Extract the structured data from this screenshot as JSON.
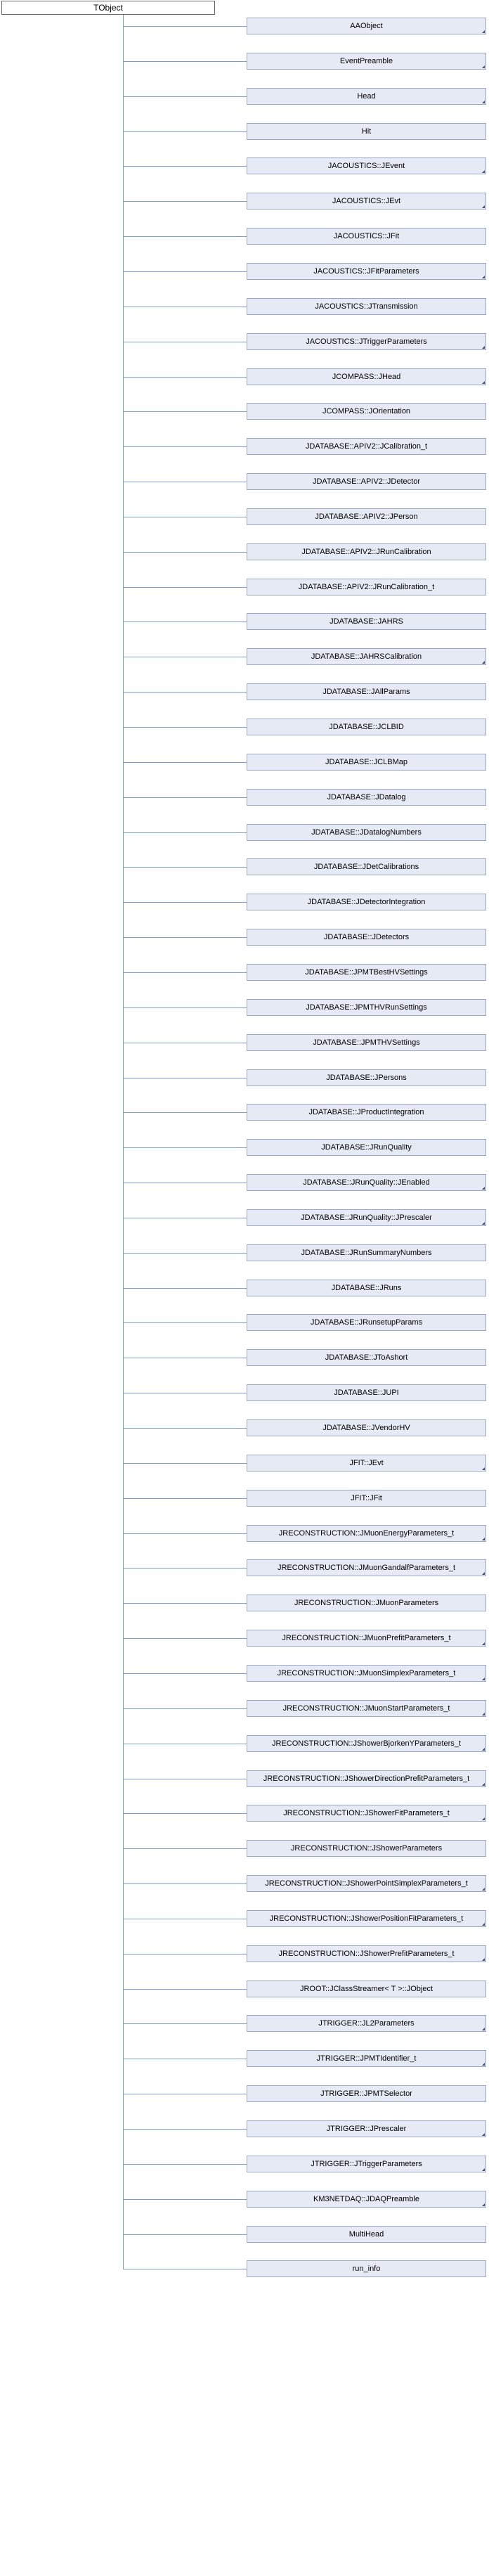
{
  "root": {
    "label": "TObject"
  },
  "children": [
    {
      "label": "AAObject",
      "marked": true
    },
    {
      "label": "EventPreamble",
      "marked": true
    },
    {
      "label": "Head",
      "marked": true
    },
    {
      "label": "Hit",
      "marked": false
    },
    {
      "label": "JACOUSTICS::JEvent",
      "marked": true
    },
    {
      "label": "JACOUSTICS::JEvt",
      "marked": true
    },
    {
      "label": "JACOUSTICS::JFit",
      "marked": false
    },
    {
      "label": "JACOUSTICS::JFitParameters",
      "marked": true
    },
    {
      "label": "JACOUSTICS::JTransmission",
      "marked": false
    },
    {
      "label": "JACOUSTICS::JTriggerParameters",
      "marked": true
    },
    {
      "label": "JCOMPASS::JHead",
      "marked": true
    },
    {
      "label": "JCOMPASS::JOrientation",
      "marked": false
    },
    {
      "label": "JDATABASE::APIV2::JCalibration_t",
      "marked": false
    },
    {
      "label": "JDATABASE::APIV2::JDetector",
      "marked": false
    },
    {
      "label": "JDATABASE::APIV2::JPerson",
      "marked": false
    },
    {
      "label": "JDATABASE::APIV2::JRunCalibration",
      "marked": false
    },
    {
      "label": "JDATABASE::APIV2::JRunCalibration_t",
      "marked": false
    },
    {
      "label": "JDATABASE::JAHRS",
      "marked": false
    },
    {
      "label": "JDATABASE::JAHRSCalibration",
      "marked": true
    },
    {
      "label": "JDATABASE::JAllParams",
      "marked": false
    },
    {
      "label": "JDATABASE::JCLBID",
      "marked": false
    },
    {
      "label": "JDATABASE::JCLBMap",
      "marked": false
    },
    {
      "label": "JDATABASE::JDatalog",
      "marked": false
    },
    {
      "label": "JDATABASE::JDatalogNumbers",
      "marked": false
    },
    {
      "label": "JDATABASE::JDetCalibrations",
      "marked": false
    },
    {
      "label": "JDATABASE::JDetectorIntegration",
      "marked": false
    },
    {
      "label": "JDATABASE::JDetectors",
      "marked": false
    },
    {
      "label": "JDATABASE::JPMTBestHVSettings",
      "marked": false
    },
    {
      "label": "JDATABASE::JPMTHVRunSettings",
      "marked": false
    },
    {
      "label": "JDATABASE::JPMTHVSettings",
      "marked": false
    },
    {
      "label": "JDATABASE::JPersons",
      "marked": false
    },
    {
      "label": "JDATABASE::JProductIntegration",
      "marked": false
    },
    {
      "label": "JDATABASE::JRunQuality",
      "marked": false
    },
    {
      "label": "JDATABASE::JRunQuality::JEnabled",
      "marked": true
    },
    {
      "label": "JDATABASE::JRunQuality::JPrescaler",
      "marked": true
    },
    {
      "label": "JDATABASE::JRunSummaryNumbers",
      "marked": false
    },
    {
      "label": "JDATABASE::JRuns",
      "marked": false
    },
    {
      "label": "JDATABASE::JRunsetupParams",
      "marked": false
    },
    {
      "label": "JDATABASE::JToAshort",
      "marked": false
    },
    {
      "label": "JDATABASE::JUPI",
      "marked": false
    },
    {
      "label": "JDATABASE::JVendorHV",
      "marked": false
    },
    {
      "label": "JFIT::JEvt",
      "marked": true
    },
    {
      "label": "JFIT::JFit",
      "marked": false
    },
    {
      "label": "JRECONSTRUCTION::JMuonEnergyParameters_t",
      "marked": true
    },
    {
      "label": "JRECONSTRUCTION::JMuonGandalfParameters_t",
      "marked": true
    },
    {
      "label": "JRECONSTRUCTION::JMuonParameters",
      "marked": false
    },
    {
      "label": "JRECONSTRUCTION::JMuonPrefitParameters_t",
      "marked": true
    },
    {
      "label": "JRECONSTRUCTION::JMuonSimplexParameters_t",
      "marked": true
    },
    {
      "label": "JRECONSTRUCTION::JMuonStartParameters_t",
      "marked": true
    },
    {
      "label": "JRECONSTRUCTION::JShowerBjorkenYParameters_t",
      "marked": true
    },
    {
      "label": "JRECONSTRUCTION::JShowerDirectionPrefitParameters_t",
      "marked": true
    },
    {
      "label": "JRECONSTRUCTION::JShowerFitParameters_t",
      "marked": true
    },
    {
      "label": "JRECONSTRUCTION::JShowerParameters",
      "marked": false
    },
    {
      "label": "JRECONSTRUCTION::JShowerPointSimplexParameters_t",
      "marked": true
    },
    {
      "label": "JRECONSTRUCTION::JShowerPositionFitParameters_t",
      "marked": true
    },
    {
      "label": "JRECONSTRUCTION::JShowerPrefitParameters_t",
      "marked": true
    },
    {
      "label": "JROOT::JClassStreamer< T >::JObject",
      "marked": false
    },
    {
      "label": "JTRIGGER::JL2Parameters",
      "marked": true
    },
    {
      "label": "JTRIGGER::JPMTIdentifier_t",
      "marked": true
    },
    {
      "label": "JTRIGGER::JPMTSelector",
      "marked": false
    },
    {
      "label": "JTRIGGER::JPrescaler",
      "marked": true
    },
    {
      "label": "JTRIGGER::JTriggerParameters",
      "marked": true
    },
    {
      "label": "KM3NETDAQ::JDAQPreamble",
      "marked": true
    },
    {
      "label": "MultiHead",
      "marked": false
    },
    {
      "label": "run_info",
      "marked": false
    }
  ]
}
